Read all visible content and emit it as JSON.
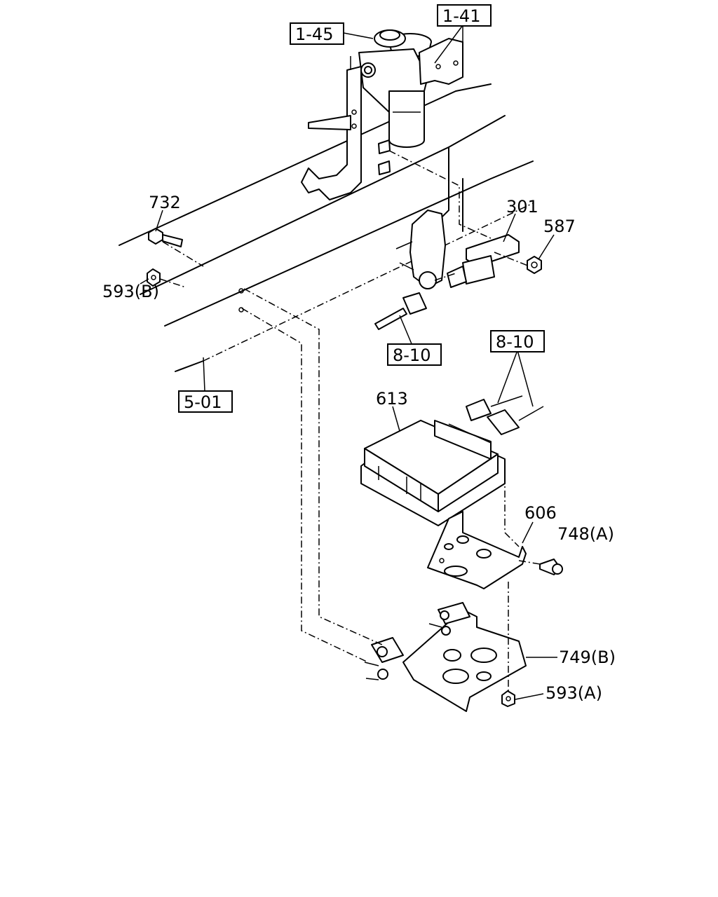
{
  "labels": {
    "ref_1_45": "1-45",
    "ref_1_41": "1-41",
    "part_732": "732",
    "part_593b": "593(B)",
    "part_301": "301",
    "part_587": "587",
    "ref_8_10_a": "8-10",
    "ref_8_10_b": "8-10",
    "ref_5_01": "5-01",
    "part_613": "613",
    "part_606": "606",
    "part_748a": "748(A)",
    "part_749b": "749(B)",
    "part_593a": "593(A)"
  }
}
